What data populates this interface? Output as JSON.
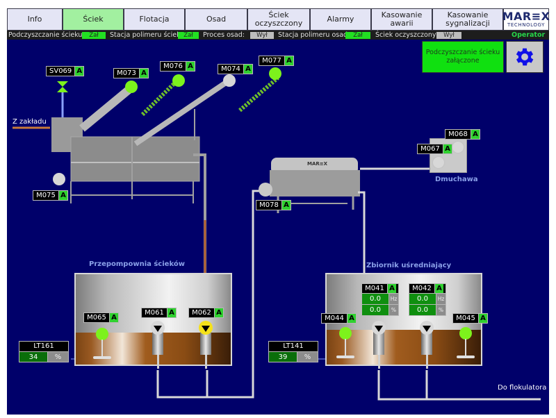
{
  "nav": {
    "tabs": [
      {
        "label": "Info",
        "active": false
      },
      {
        "label": "Ściek",
        "active": true
      },
      {
        "label": "Flotacja",
        "active": false
      },
      {
        "label": "Osad",
        "active": false
      },
      {
        "label": "Ściek oczyszczony",
        "active": false
      },
      {
        "label": "Alarmy",
        "active": false
      },
      {
        "label": "Kasowanie awarii",
        "active": false
      },
      {
        "label": "Kasowanie sygnalizacji",
        "active": false
      }
    ],
    "logo_main": "MAR≡X",
    "logo_sub": "TECHNOLOGY"
  },
  "status_bar": {
    "items": [
      {
        "label": "Podczyszczanie ścieku:",
        "value": "Zał",
        "state": "on"
      },
      {
        "label": "Stacja polimeru ściek:",
        "value": "Zał",
        "state": "on"
      },
      {
        "label": "Proces osad:",
        "value": "Wył",
        "state": "off"
      },
      {
        "label": "Stacja polimeru osad:",
        "value": "Zał",
        "state": "on"
      },
      {
        "label": "Ściek oczyszczony:",
        "value": "Wył",
        "state": "off"
      }
    ],
    "user_role": "Operator"
  },
  "controls": {
    "status_button": "Podczyszczanie ścieku załączone",
    "settings_icon": "gear-icon"
  },
  "labels": {
    "inlet": "Z zakładu",
    "outlet": "Do flokulatora",
    "blower": "Dmuchawa",
    "tank1": "Przepompownia ścieków",
    "tank2": "Zbiornik uśredniający"
  },
  "devices": {
    "SV069": {
      "name": "SV069",
      "mode": "A"
    },
    "M073": {
      "name": "M073",
      "mode": "A",
      "state": "on"
    },
    "M076": {
      "name": "M076",
      "mode": "A",
      "state": "on"
    },
    "M074": {
      "name": "M074",
      "mode": "A",
      "state": "off"
    },
    "M077": {
      "name": "M077",
      "mode": "A",
      "state": "on"
    },
    "M075": {
      "name": "M075",
      "mode": "A",
      "state": "off"
    },
    "M078": {
      "name": "M078",
      "mode": "A"
    },
    "M067": {
      "name": "M067",
      "mode": "A"
    },
    "M068": {
      "name": "M068",
      "mode": "A"
    },
    "M065": {
      "name": "M065",
      "mode": "A",
      "state": "on"
    },
    "M061": {
      "name": "M061",
      "mode": "A",
      "state": "off"
    },
    "M062": {
      "name": "M062",
      "mode": "A",
      "state": "warning"
    },
    "M044": {
      "name": "M044",
      "mode": "A",
      "state": "on"
    },
    "M045": {
      "name": "M045",
      "mode": "A",
      "state": "on"
    },
    "M041": {
      "name": "M041",
      "mode": "A",
      "freq": "0.0",
      "freq_unit": "Hz",
      "pct": "0.0",
      "pct_unit": "%"
    },
    "M042": {
      "name": "M042",
      "mode": "A",
      "freq": "0.0",
      "freq_unit": "Hz",
      "pct": "0.0",
      "pct_unit": "%"
    }
  },
  "levels": {
    "LT161": {
      "name": "LT161",
      "value": "34",
      "unit": "%"
    },
    "LT141": {
      "name": "LT141",
      "value": "39",
      "unit": "%"
    }
  },
  "colors": {
    "background": "#00006a",
    "active_tab": "#a2f0a0",
    "auto_mode": "#2fd12f",
    "motor_on": "#7df21c",
    "motor_off": "#d6d6d6",
    "warning": "#f5e11a"
  }
}
